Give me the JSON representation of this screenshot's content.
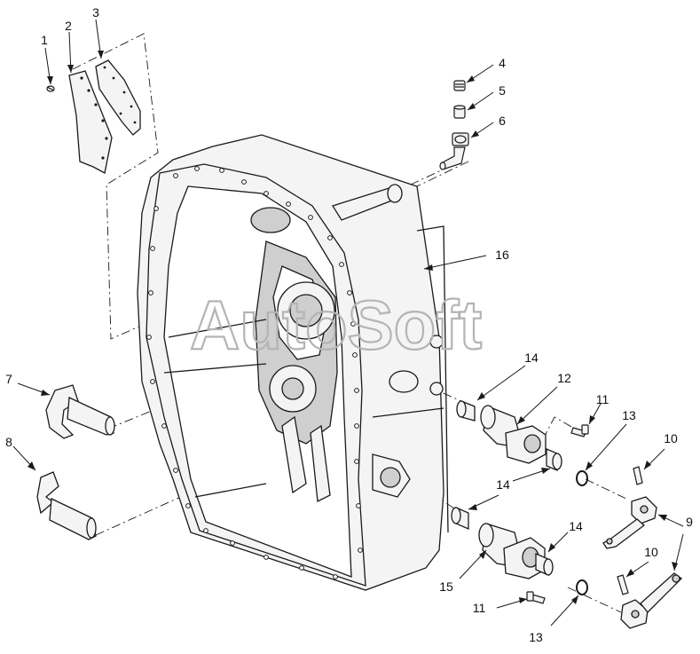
{
  "watermark": "AutoSoft",
  "callouts": {
    "c1": "1",
    "c2": "2",
    "c3": "3",
    "c4": "4",
    "c5": "5",
    "c6": "6",
    "c7": "7",
    "c8": "8",
    "c9": "9",
    "c10a": "10",
    "c10b": "10",
    "c11a": "11",
    "c11b": "11",
    "c12": "12",
    "c13a": "13",
    "c13b": "13",
    "c14a": "14",
    "c14b": "14",
    "c14c": "14",
    "c15": "15",
    "c16": "16"
  },
  "colors": {
    "line": "#1a1a1a",
    "fill": "#f4f4f4",
    "shade": "#cfcfcf",
    "watermark": "#b4b4b4"
  }
}
